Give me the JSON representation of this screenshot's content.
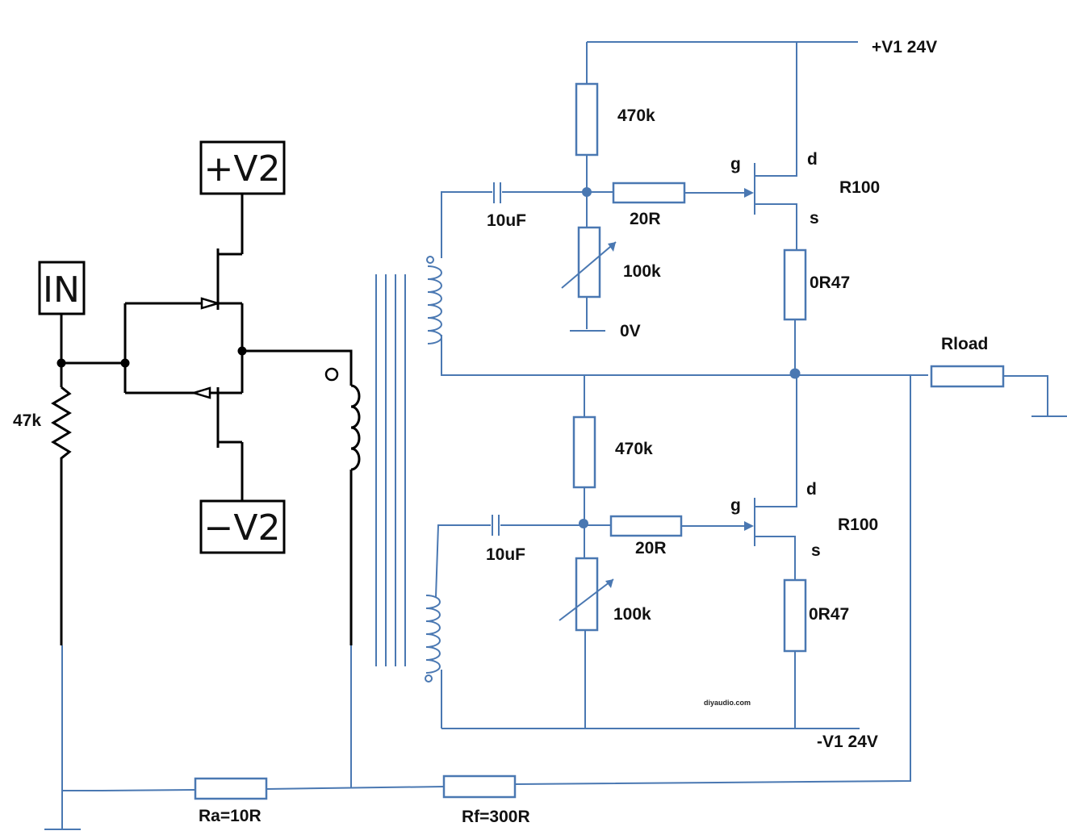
{
  "labels": {
    "v1_pos": "+V1 24V",
    "v1_neg": "-V1 24V",
    "r470k_top": "470k",
    "r470k_bot": "470k",
    "c_top": "10uF",
    "c_bot": "10uF",
    "r20_top": "20R",
    "r20_bot": "20R",
    "pot_top": "100k",
    "pot_bot": "100k",
    "zero_v": "0V",
    "g_top": "g",
    "d_top": "d",
    "s_top": "s",
    "g_bot": "g",
    "d_bot": "d",
    "s_bot": "s",
    "mos_top": "R100",
    "mos_bot": "R100",
    "rs_top": "0R47",
    "rs_bot": "0R47",
    "rload": "Rload",
    "r47k": "47k",
    "ra": "Ra=10R",
    "rf": "Rf=300R",
    "watermark": "diyaudio.com"
  },
  "boxes": {
    "in": "IN",
    "vpos2": "+V2",
    "vneg2": "−V2"
  },
  "colors": {
    "wire_blue": "#4a78b2",
    "wire_black": "#000000"
  }
}
